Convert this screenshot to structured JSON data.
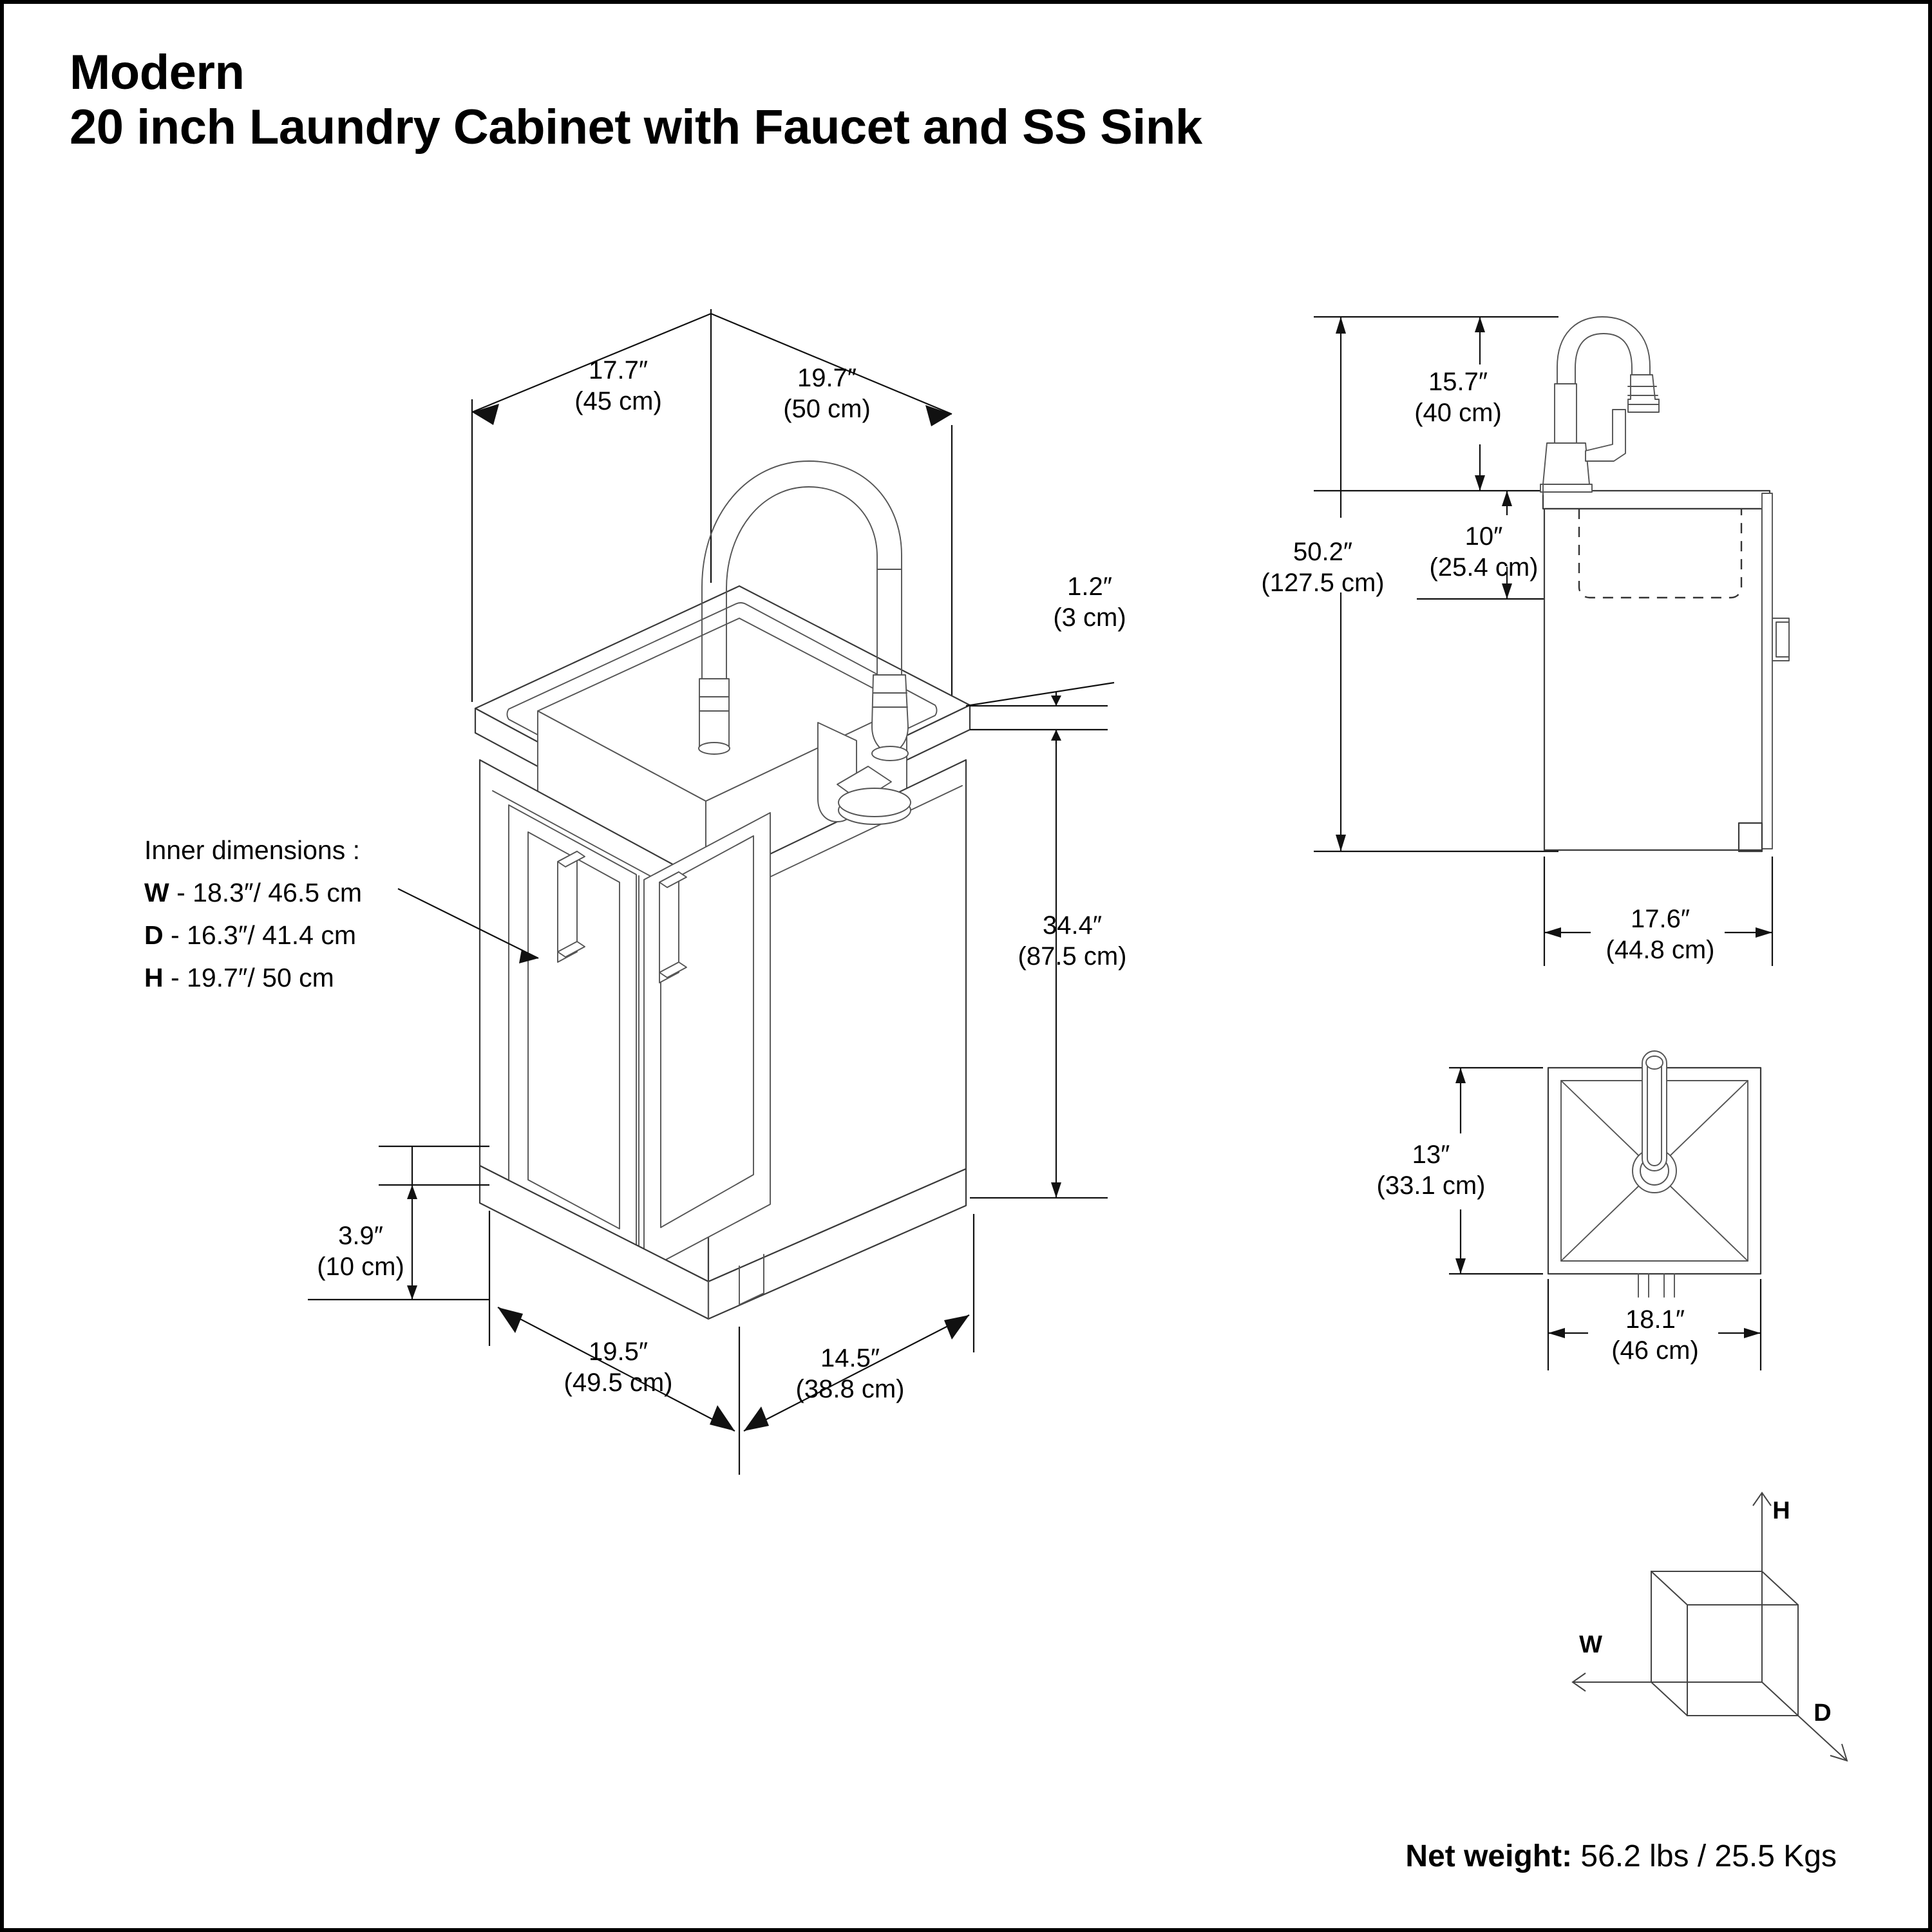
{
  "document": {
    "title_line1": "Modern",
    "title_line2": "20 inch Laundry Cabinet with Faucet and SS Sink",
    "border_color": "#000000",
    "line_color": "#333333"
  },
  "isometric_view": {
    "name": "cabinet-isometric-view",
    "dimensions": {
      "top_left": {
        "imperial": "17.7″",
        "metric": "(45 cm)"
      },
      "top_right": {
        "imperial": "19.7″",
        "metric": "(50 cm)"
      },
      "countertop_thickness": {
        "imperial": "1.2″",
        "metric": "(3 cm)"
      },
      "body_height": {
        "imperial": "34.4″",
        "metric": "(87.5 cm)"
      },
      "toe_kick_height": {
        "imperial": "3.9″",
        "metric": "(10 cm)"
      },
      "base_width": {
        "imperial": "19.5″",
        "metric": "(49.5 cm)"
      },
      "base_depth": {
        "imperial": "14.5″",
        "metric": "(38.8 cm)"
      }
    },
    "inner_dimensions": {
      "heading": "Inner dimensions  :",
      "rows": [
        {
          "key": "W",
          "sep": " - ",
          "value": "18.3″/ 46.5 cm"
        },
        {
          "key": "D",
          "sep": " - ",
          "value": "16.3″/ 41.4 cm"
        },
        {
          "key": "H",
          "sep": " - ",
          "value": "19.7″/ 50 cm"
        }
      ]
    }
  },
  "side_view": {
    "name": "cabinet-side-elevation",
    "dimensions": {
      "faucet_height": {
        "imperial": "15.7″",
        "metric": "(40 cm)"
      },
      "total_height": {
        "imperial": "50.2″",
        "metric": "(127.5 cm)"
      },
      "sink_depth": {
        "imperial": "10″",
        "metric": "(25.4 cm)"
      },
      "depth": {
        "imperial": "17.6″",
        "metric": "(44.8 cm)"
      }
    }
  },
  "top_view": {
    "name": "sink-top-view",
    "dimensions": {
      "sink_depth_front_to_back": {
        "imperial": "13″",
        "metric": "(33.1 cm)"
      },
      "sink_width": {
        "imperial": "18.1″",
        "metric": "(46 cm)"
      }
    }
  },
  "axis_cube": {
    "name": "wdh-axis-cube",
    "labels": {
      "height": "H",
      "width": "W",
      "depth": "D"
    }
  },
  "footer": {
    "net_weight_label": "Net weight:",
    "net_weight_value": "56.2 lbs / 25.5 Kgs"
  }
}
